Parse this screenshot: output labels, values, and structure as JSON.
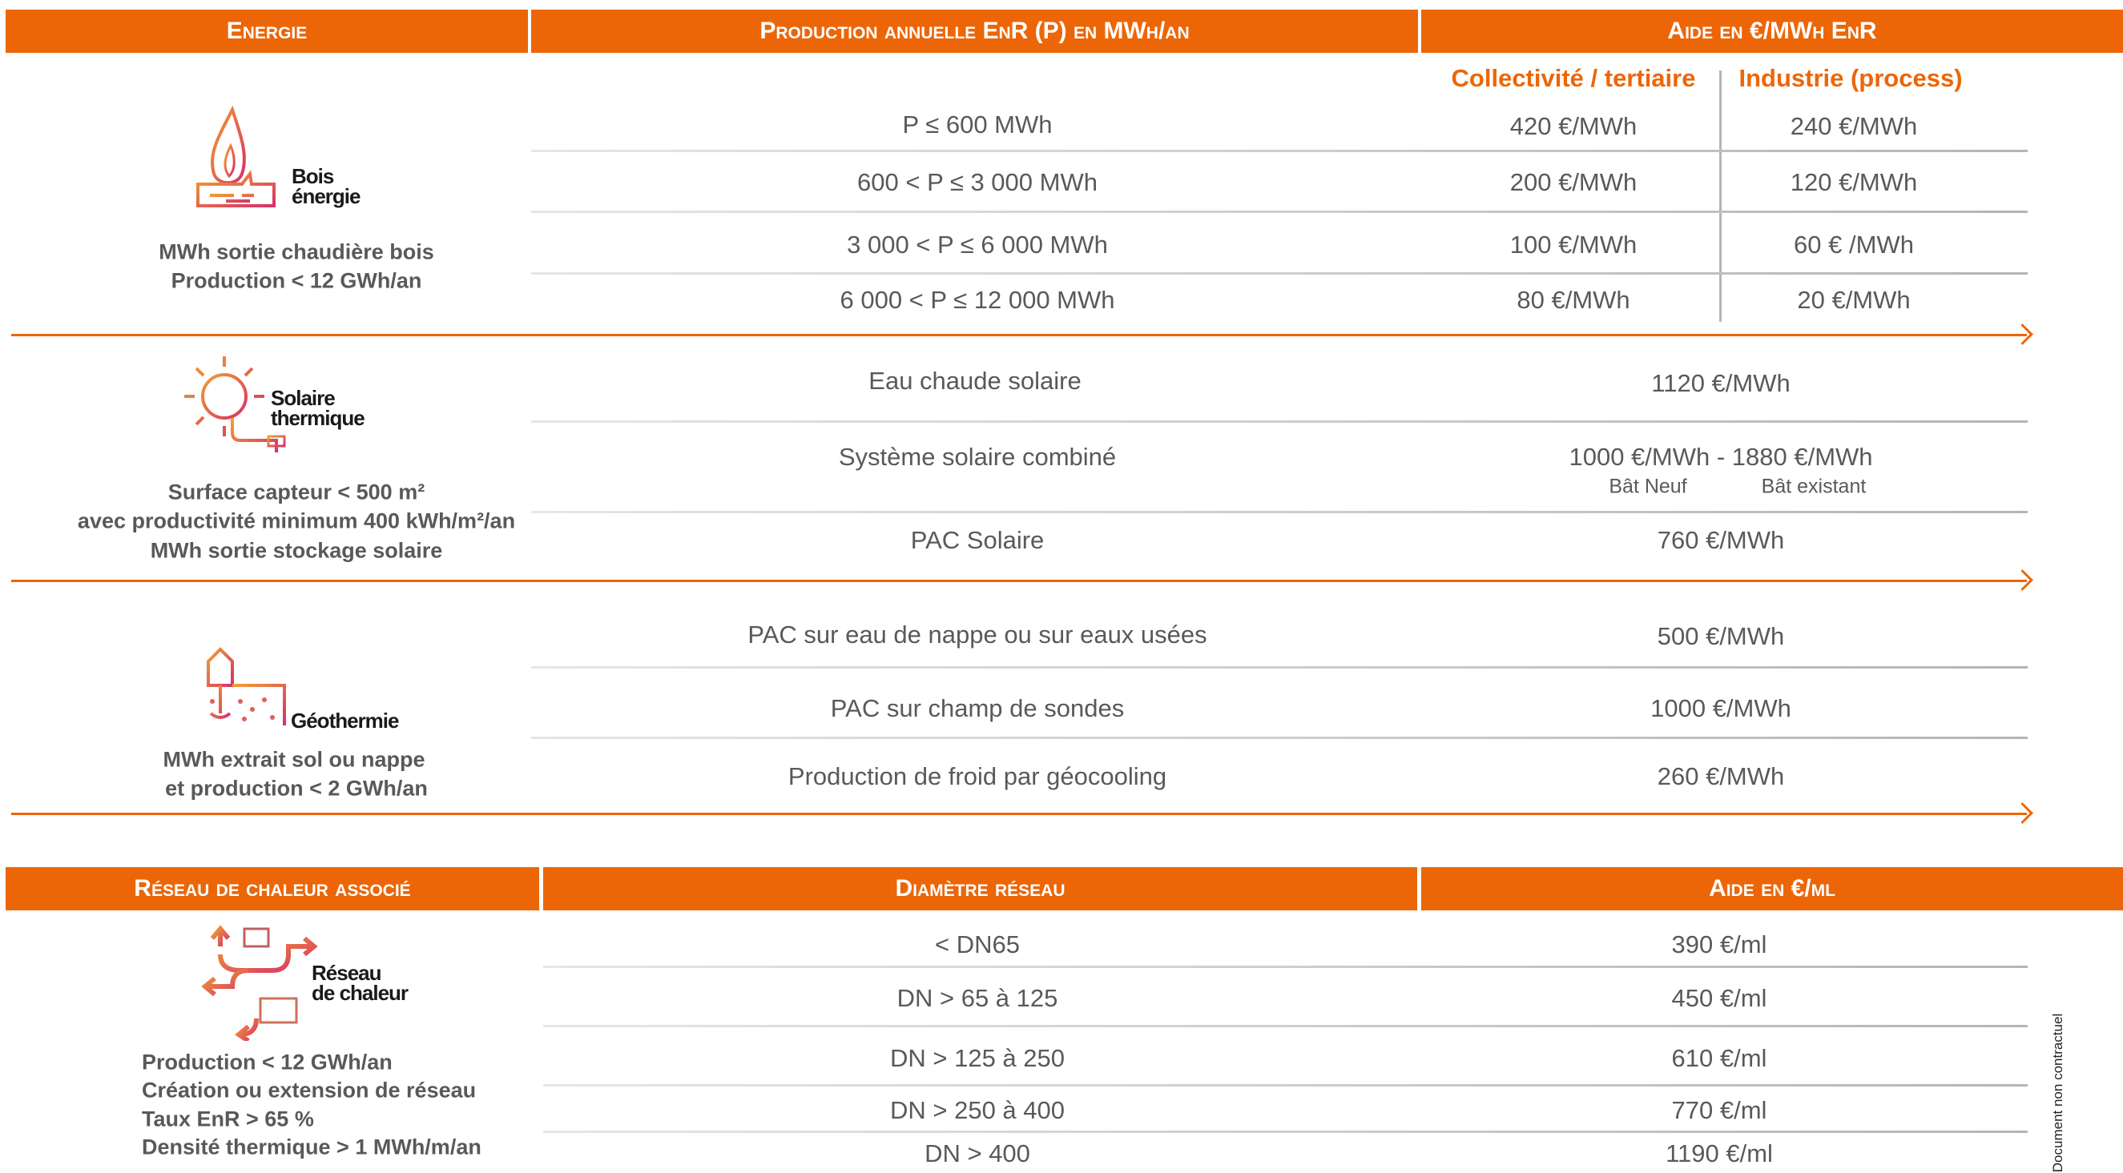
{
  "colors": {
    "accent": "#ec6608",
    "text": "#595959"
  },
  "table1": {
    "headers": [
      "Energie",
      "Production annuelle EnR (P) en MWh/an",
      "Aide en €/MWh EnR"
    ],
    "subheaders": [
      "Collectivité / tertiaire",
      "Industrie (process)"
    ],
    "bois": {
      "icon": "flame-icon",
      "label1": "Bois",
      "label2": "énergie",
      "notes": [
        "MWh sortie chaudière bois",
        "Production < 12 GWh/an"
      ],
      "rows": [
        {
          "production": "P ≤ 600 MWh",
          "collectivite": "420 €/MWh",
          "industrie": "240 €/MWh"
        },
        {
          "production": "600 < P ≤ 3 000 MWh",
          "collectivite": "200 €/MWh",
          "industrie": "120 €/MWh"
        },
        {
          "production": "3 000 < P ≤ 6 000 MWh",
          "collectivite": "100 €/MWh",
          "industrie": "60 € /MWh"
        },
        {
          "production": "6 000 < P ≤ 12 000 MWh",
          "collectivite": "80 €/MWh",
          "industrie": "20 €/MWh"
        }
      ]
    },
    "solaire": {
      "icon": "sun-icon",
      "label1": "Solaire",
      "label2": "thermique",
      "notes": [
        "Surface capteur < 500 m²",
        "avec productivité minimum 400 kWh/m²/an",
        "MWh sortie stockage solaire"
      ],
      "rows": [
        {
          "production": "Eau chaude solaire",
          "aide": "1120 €/MWh"
        },
        {
          "production": "Système solaire combiné",
          "aide": "1000 €/MWh - 1880 €/MWh",
          "sub1": "Bât Neuf",
          "sub2": "Bât existant"
        },
        {
          "production": "PAC Solaire",
          "aide": "760 €/MWh"
        }
      ]
    },
    "geo": {
      "icon": "geothermal-icon",
      "label1": "Géothermie",
      "notes": [
        "MWh extrait sol ou nappe",
        "et production < 2 GWh/an"
      ],
      "rows": [
        {
          "production": "PAC sur eau de nappe ou sur eaux usées",
          "aide": "500 €/MWh"
        },
        {
          "production": "PAC sur champ de sondes",
          "aide": "1000 €/MWh"
        },
        {
          "production": "Production de froid par géocooling",
          "aide": "260 €/MWh"
        }
      ]
    }
  },
  "table2": {
    "headers": [
      "Réseau de chaleur associé",
      "Diamètre réseau",
      "Aide en €/ml"
    ],
    "icon": "heat-network-icon",
    "label1": "Réseau",
    "label2": "de chaleur",
    "notes": [
      "Production < 12 GWh/an",
      "Création ou extension de réseau",
      "Taux EnR > 65 %",
      "Densité thermique > 1 MWh/m/an"
    ],
    "rows": [
      {
        "diametre": "< DN65",
        "aide": "390 €/ml"
      },
      {
        "diametre": "DN > 65 à 125",
        "aide": "450 €/ml"
      },
      {
        "diametre": "DN > 125 à 250",
        "aide": "610 €/ml"
      },
      {
        "diametre": "DN > 250 à 400",
        "aide": "770 €/ml"
      },
      {
        "diametre": "DN > 400",
        "aide": "1190 €/ml"
      }
    ]
  },
  "footer_note": "Document non contractuel"
}
